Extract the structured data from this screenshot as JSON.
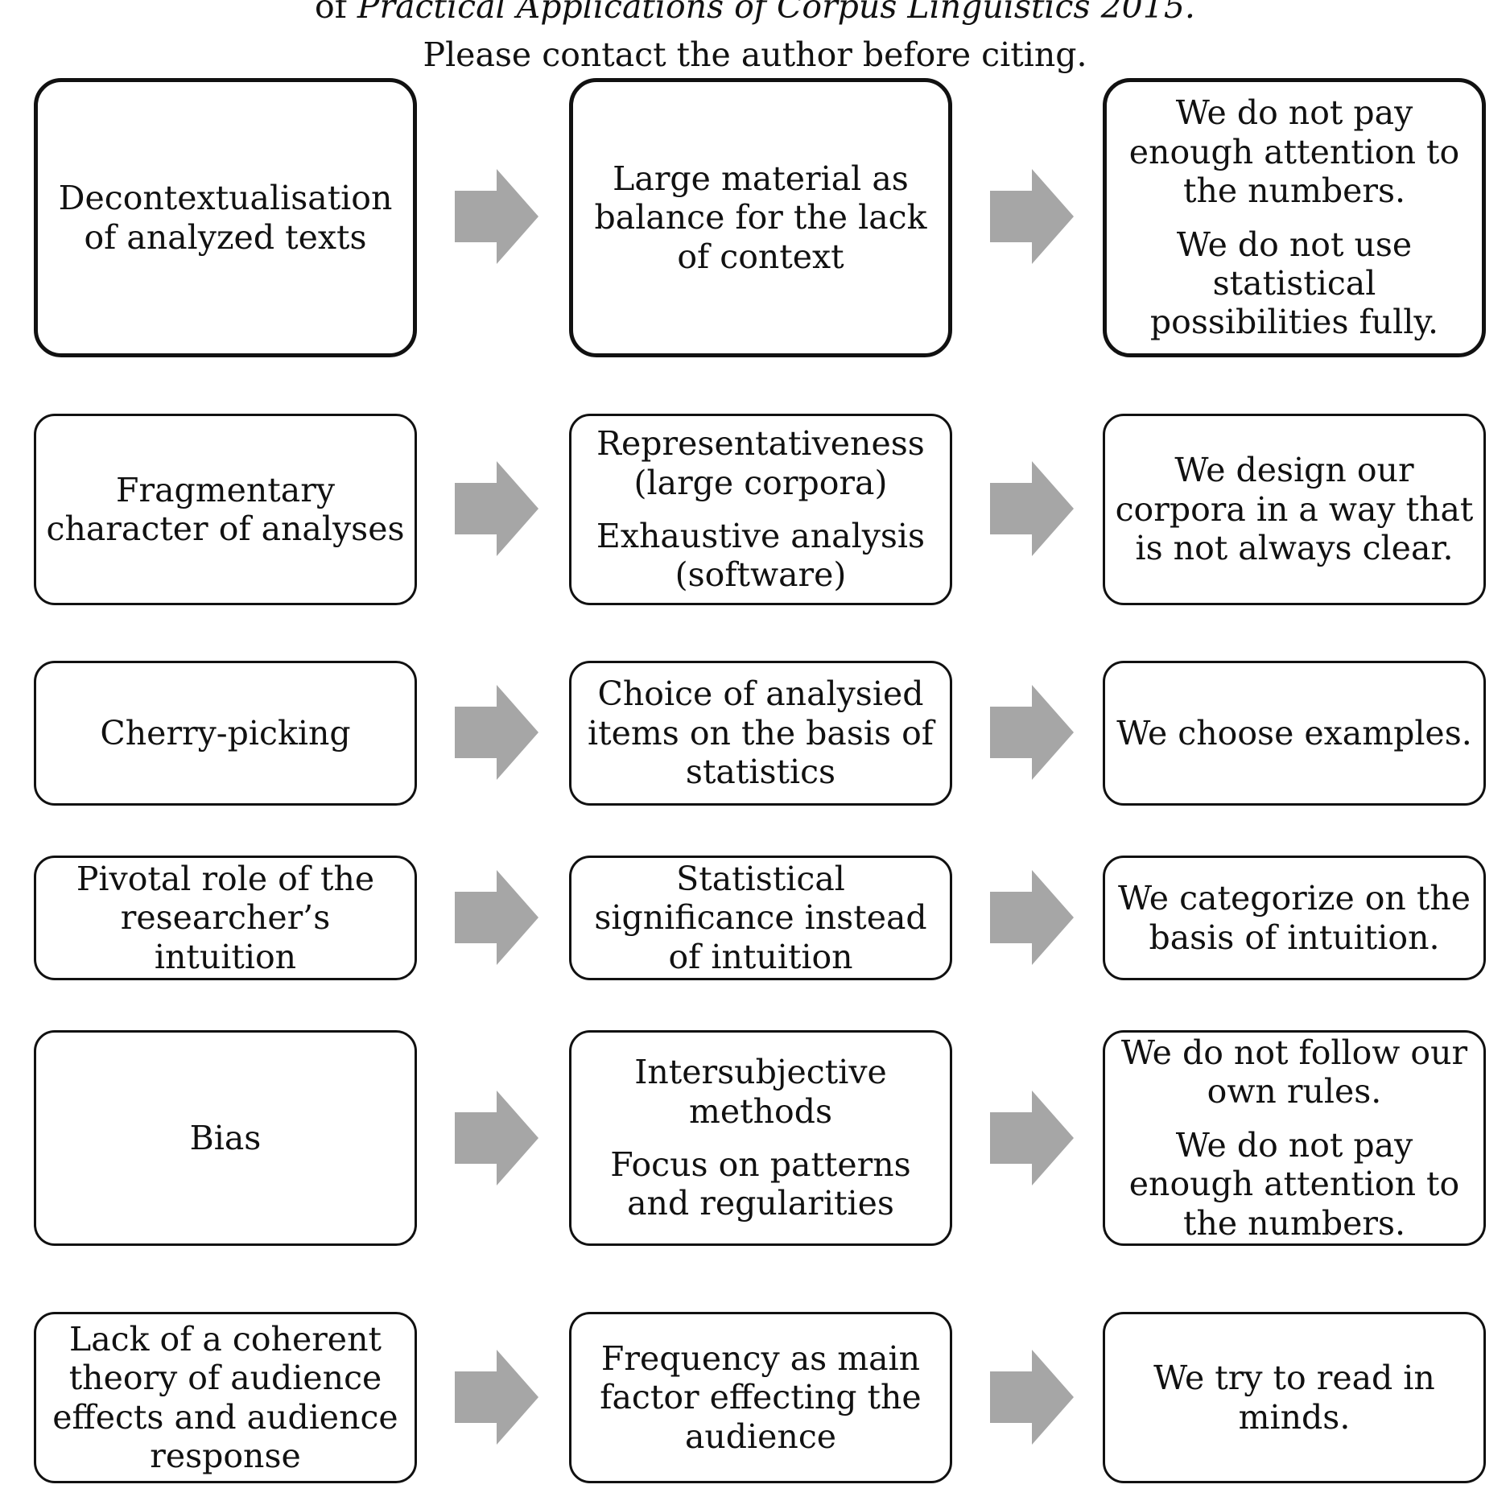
{
  "header": {
    "line1_prefix": "of ",
    "line1_italic": "Practical Applications of Corpus Linguistics 2015.",
    "line2": "Please contact the author before citing."
  },
  "colors": {
    "border": "#111111",
    "arrow": "#a6a6a6",
    "text": "#111111"
  },
  "rows": [
    {
      "problem": [
        "Decontextualisation of analyzed texts"
      ],
      "solution": [
        "Large material as balance for the lack of context"
      ],
      "issue": [
        "We do not pay enough attention to the numbers.",
        "We do not use statistical possibilities fully."
      ]
    },
    {
      "problem": [
        "Fragmentary character of analyses"
      ],
      "solution": [
        "Representativeness (large corpora)",
        "Exhaustive analysis (software)"
      ],
      "issue": [
        "We design our corpora in a way that is not always clear."
      ]
    },
    {
      "problem": [
        "Cherry-picking"
      ],
      "solution": [
        "Choice of analysied items on the basis of statistics"
      ],
      "issue": [
        "We choose examples."
      ]
    },
    {
      "problem": [
        "Pivotal role of the researcher’s intuition"
      ],
      "solution": [
        "Statistical significance instead of intuition"
      ],
      "issue": [
        "We categorize on the basis of intuition."
      ]
    },
    {
      "problem": [
        "Bias"
      ],
      "solution": [
        "Intersubjective methods",
        "Focus on patterns and regularities"
      ],
      "issue": [
        "We do not follow our own rules.",
        "We do not pay enough attention to the numbers."
      ]
    },
    {
      "problem": [
        "Lack of a coherent theory of audience effects and audience response"
      ],
      "solution": [
        "Frequency as main factor effecting the audience"
      ],
      "issue": [
        "We try to read in minds."
      ]
    }
  ]
}
